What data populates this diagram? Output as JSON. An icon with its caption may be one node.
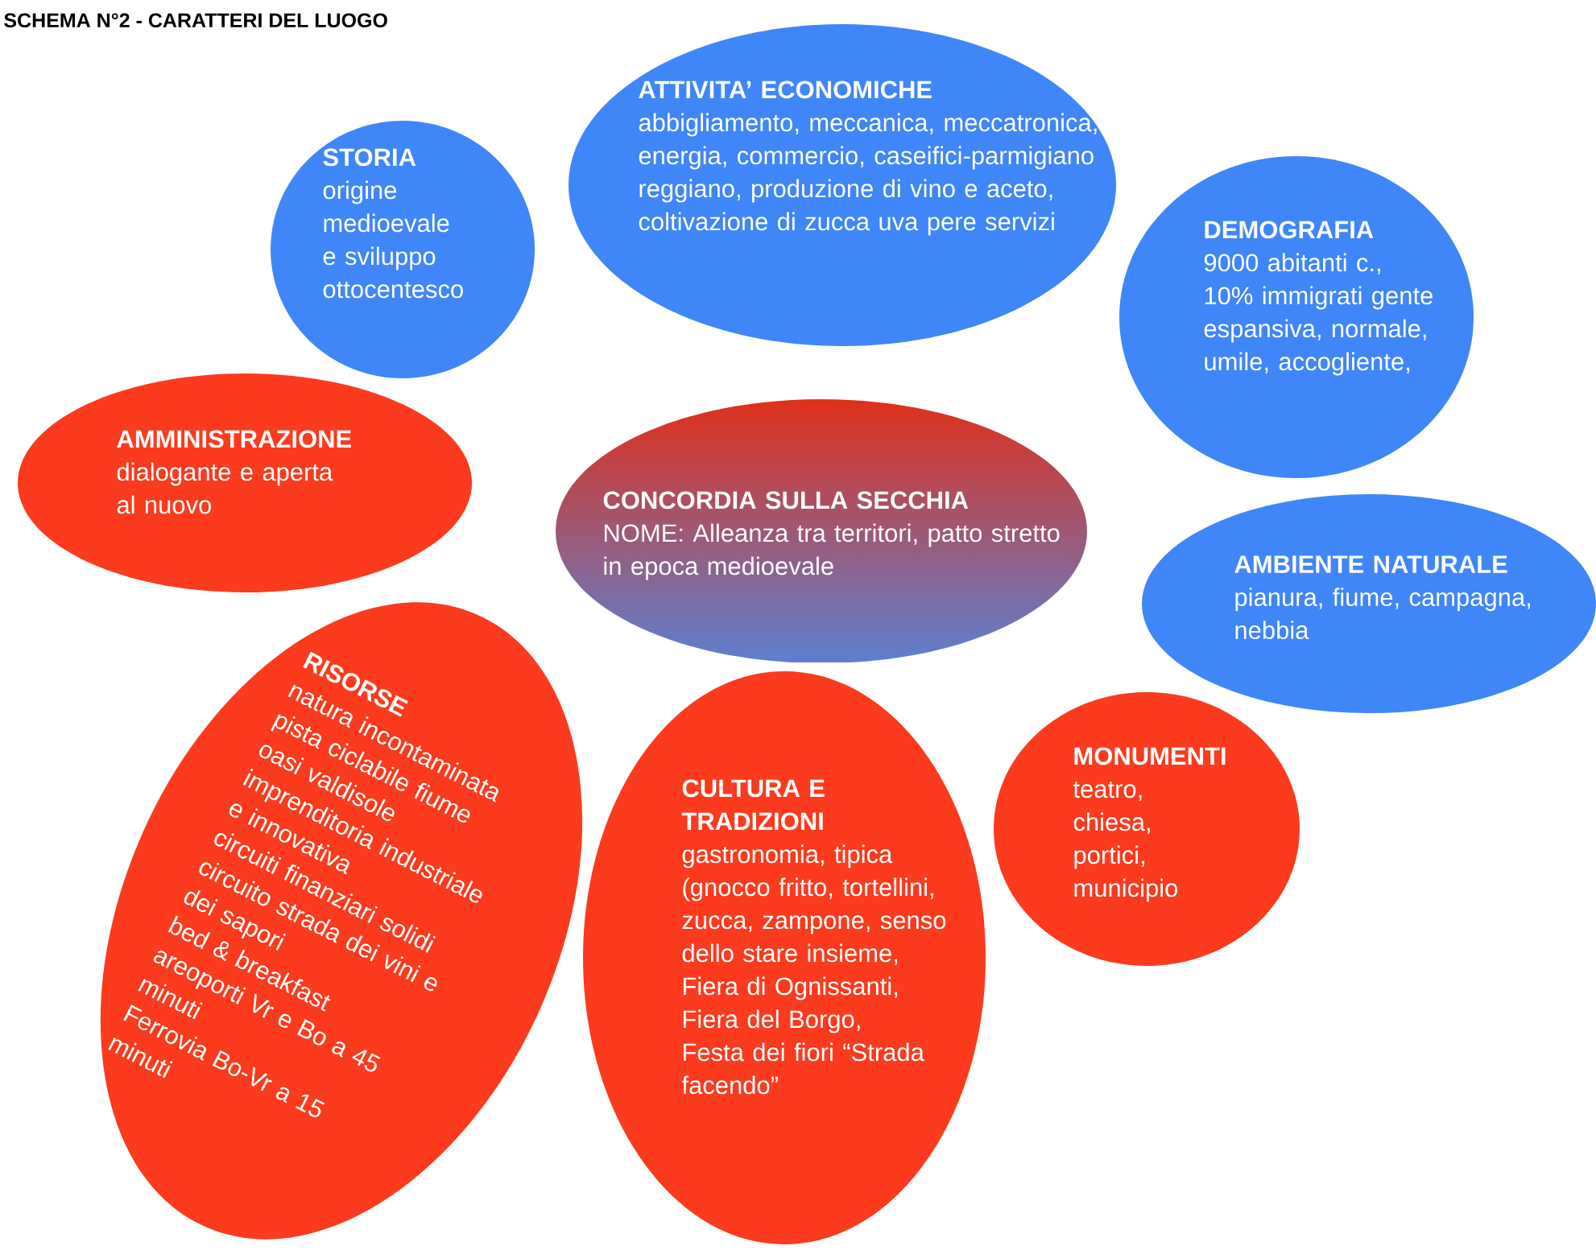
{
  "diagram": {
    "title": "SCHEMA N°2 - CARATTERI DEL LUOGO",
    "nodes": [
      {
        "text": [
          "STORIA",
          "origine medioevale e sviluppo ottocentesco"
        ]
      },
      {
        "text": [
          "ATTIVITA’ ECONOMICHE",
          "abbigliamento, meccanica, meccatronica, energia, commercio, caseifici-parmigiano reggiano, produzione di vino e aceto, coltivazione di zucca uva pere servizi"
        ]
      },
      {
        "text": [
          "DEMOGRAFIA",
          "9000 abitanti c., 10% immigrati gente espansiva, normale, umile, accogliente,"
        ]
      },
      {
        "text": [
          "AMMINISTRAZIONE",
          "dialogante e aperta al nuovo"
        ]
      },
      {
        "text": [
          "CONCORDIA SULLA SECCHIA",
          "NOME: Alleanza tra territori, patto stretto in epoca medioevale"
        ]
      },
      {
        "text": [
          "AMBIENTE NATURALE",
          "pianura, fiume, campagna, nebbia"
        ]
      },
      {
        "text": [
          "RISORSE",
          "natura incontaminata",
          "pista ciclabile fiume",
          "oasi valdisole",
          "imprenditoria industriale e innovativa",
          "circuiti finanziari solidi",
          "circuito strada dei vini e dei sapori",
          "bed & breakfast",
          "areoporti Vr e Bo a 45 minuti",
          "Ferrovia Bo-Vr a 15 minuti"
        ]
      },
      {
        "text": [
          "CULTURA E TRADIZIONI",
          "gastronomia, tipica (gnocco fritto, tortellini, zucca, zampone, senso dello stare insieme, Fiera di Ognissanti, Fiera del Borgo, Festa dei fiori “Strada facendo”"
        ]
      },
      {
        "text": [
          "MONUMENTI",
          "teatro, chiesa, portici, municipio"
        ]
      }
    ]
  }
}
